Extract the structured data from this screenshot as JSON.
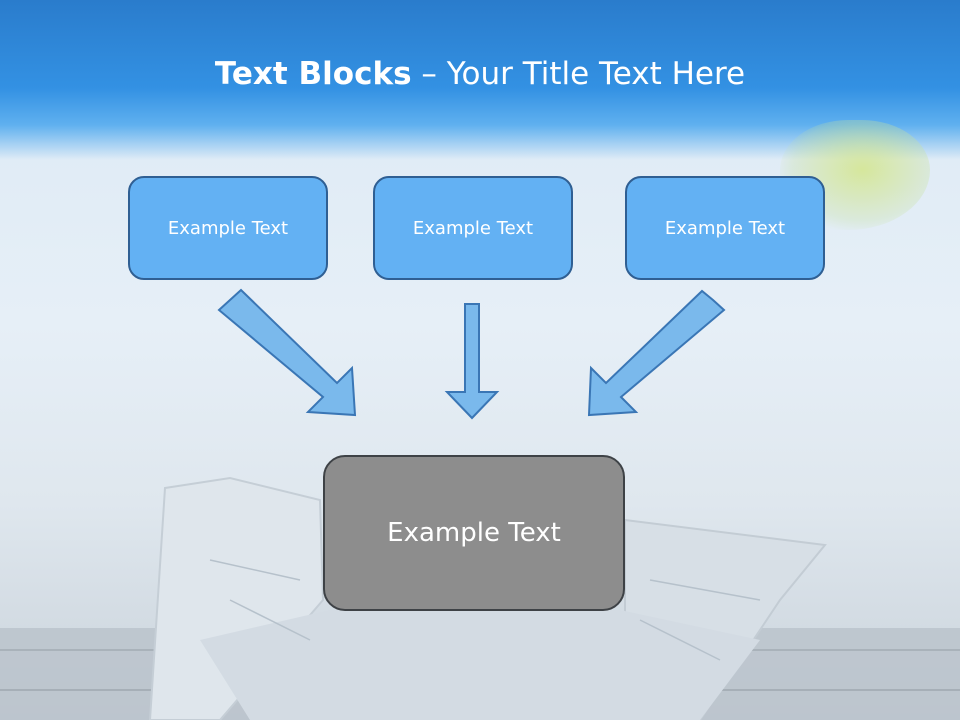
{
  "slide": {
    "title_bold": "Text Blocks",
    "title_rest": " – Your Title Text Here"
  },
  "blocks": [
    {
      "label": "Example Text"
    },
    {
      "label": "Example Text"
    },
    {
      "label": "Example Text"
    }
  ],
  "target": {
    "label": "Example Text"
  },
  "colors": {
    "header": "#2a7ccc",
    "block_fill": "#63b1f3",
    "block_border": "#2f5f93",
    "arrow_fill": "#7ab9ec",
    "arrow_stroke": "#3a76b5",
    "target_fill": "#8d8d8d"
  }
}
